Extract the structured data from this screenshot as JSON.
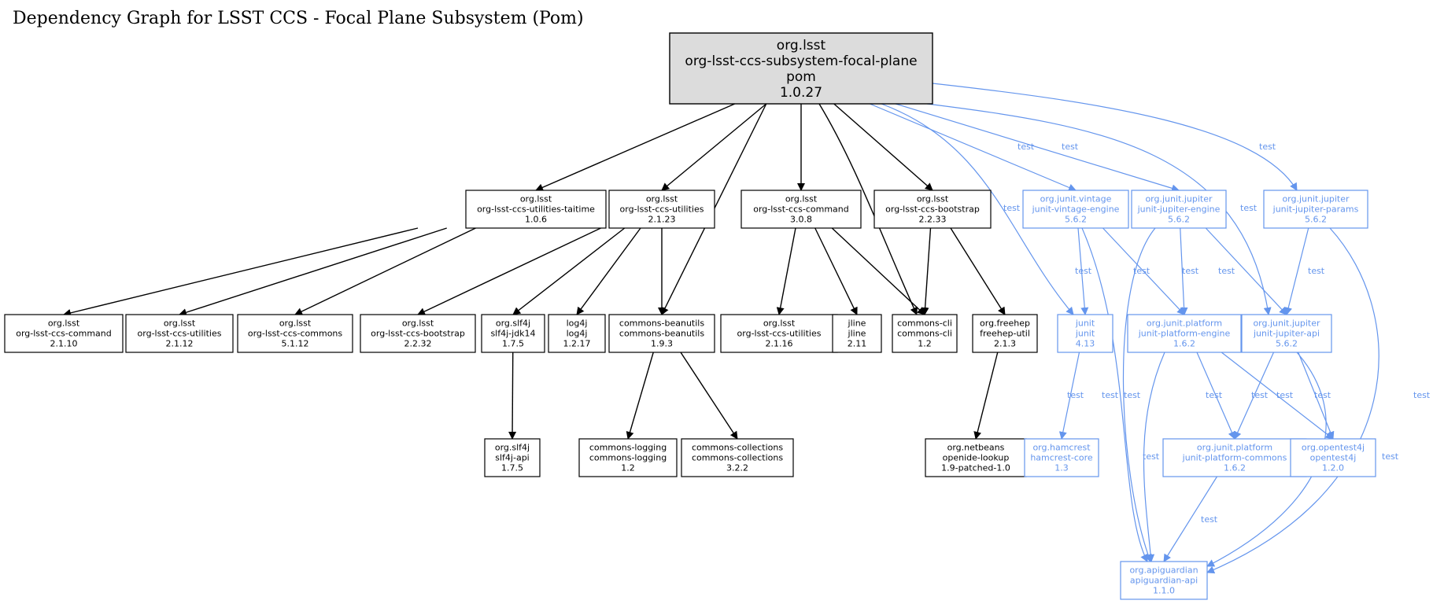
{
  "title": "Dependency Graph for LSST CCS - Focal Plane Subsystem (Pom)",
  "colors": {
    "compile": "#000000",
    "test": "#6495ed",
    "root_fill": "#dcdcdc"
  },
  "edge_label_test": "test",
  "nodes": [
    {
      "id": "root",
      "lines": [
        "org.lsst",
        "org-lsst-ccs-subsystem-focal-plane",
        "pom",
        "1.0.27"
      ],
      "root": true
    },
    {
      "id": "taitime",
      "lines": [
        "org.lsst",
        "org-lsst-ccs-utilities-taitime",
        "1.0.6"
      ]
    },
    {
      "id": "utilities",
      "lines": [
        "org.lsst",
        "org-lsst-ccs-utilities",
        "2.1.23"
      ]
    },
    {
      "id": "command",
      "lines": [
        "org.lsst",
        "org-lsst-ccs-command",
        "3.0.8"
      ]
    },
    {
      "id": "bootstrap",
      "lines": [
        "org.lsst",
        "org-lsst-ccs-bootstrap",
        "2.2.33"
      ]
    },
    {
      "id": "vintage",
      "lines": [
        "org.junit.vintage",
        "junit-vintage-engine",
        "5.6.2"
      ],
      "test": true
    },
    {
      "id": "jupeng",
      "lines": [
        "org.junit.jupiter",
        "junit-jupiter-engine",
        "5.6.2"
      ],
      "test": true
    },
    {
      "id": "params",
      "lines": [
        "org.junit.jupiter",
        "junit-jupiter-params",
        "5.6.2"
      ],
      "test": true
    },
    {
      "id": "command210",
      "lines": [
        "org.lsst",
        "org-lsst-ccs-command",
        "2.1.10"
      ]
    },
    {
      "id": "util2112",
      "lines": [
        "org.lsst",
        "org-lsst-ccs-utilities",
        "2.1.12"
      ]
    },
    {
      "id": "commons",
      "lines": [
        "org.lsst",
        "org-lsst-ccs-commons",
        "5.1.12"
      ]
    },
    {
      "id": "boot2232",
      "lines": [
        "org.lsst",
        "org-lsst-ccs-bootstrap",
        "2.2.32"
      ]
    },
    {
      "id": "slf4jjdk",
      "lines": [
        "org.slf4j",
        "slf4j-jdk14",
        "1.7.5"
      ]
    },
    {
      "id": "log4j",
      "lines": [
        "log4j",
        "log4j",
        "1.2.17"
      ]
    },
    {
      "id": "beanutils",
      "lines": [
        "commons-beanutils",
        "commons-beanutils",
        "1.9.3"
      ]
    },
    {
      "id": "util2116",
      "lines": [
        "org.lsst",
        "org-lsst-ccs-utilities",
        "2.1.16"
      ]
    },
    {
      "id": "jline",
      "lines": [
        "jline",
        "jline",
        "2.11"
      ]
    },
    {
      "id": "cli",
      "lines": [
        "commons-cli",
        "commons-cli",
        "1.2"
      ]
    },
    {
      "id": "freehep",
      "lines": [
        "org.freehep",
        "freehep-util",
        "2.1.3"
      ]
    },
    {
      "id": "junit",
      "lines": [
        "junit",
        "junit",
        "4.13"
      ],
      "test": true
    },
    {
      "id": "platform",
      "lines": [
        "org.junit.platform",
        "junit-platform-engine",
        "1.6.2"
      ],
      "test": true
    },
    {
      "id": "jupapi",
      "lines": [
        "org.junit.jupiter",
        "junit-jupiter-api",
        "5.6.2"
      ],
      "test": true
    },
    {
      "id": "slf4japi",
      "lines": [
        "org.slf4j",
        "slf4j-api",
        "1.7.5"
      ]
    },
    {
      "id": "logging",
      "lines": [
        "commons-logging",
        "commons-logging",
        "1.2"
      ]
    },
    {
      "id": "collections",
      "lines": [
        "commons-collections",
        "commons-collections",
        "3.2.2"
      ]
    },
    {
      "id": "openide",
      "lines": [
        "org.netbeans",
        "openide-lookup",
        "1.9-patched-1.0"
      ]
    },
    {
      "id": "hamcrest",
      "lines": [
        "org.hamcrest",
        "hamcrest-core",
        "1.3"
      ],
      "test": true
    },
    {
      "id": "platcommons",
      "lines": [
        "org.junit.platform",
        "junit-platform-commons",
        "1.6.2"
      ],
      "test": true
    },
    {
      "id": "opentest4j",
      "lines": [
        "org.opentest4j",
        "opentest4j",
        "1.2.0"
      ],
      "test": true
    },
    {
      "id": "apiguardian",
      "lines": [
        "org.apiguardian",
        "apiguardian-api",
        "1.1.0"
      ],
      "test": true
    }
  ],
  "edges": [
    {
      "from": "root",
      "to": "taitime"
    },
    {
      "from": "root",
      "to": "utilities"
    },
    {
      "from": "root",
      "to": "beanutils"
    },
    {
      "from": "root",
      "to": "command"
    },
    {
      "from": "root",
      "to": "cli"
    },
    {
      "from": "root",
      "to": "bootstrap"
    },
    {
      "from": "root",
      "to": "junit",
      "test": true,
      "label": "test"
    },
    {
      "from": "root",
      "to": "vintage",
      "test": true,
      "label": "test"
    },
    {
      "from": "root",
      "to": "jupeng",
      "test": true,
      "label": "test"
    },
    {
      "from": "root",
      "to": "jupapi",
      "test": true,
      "label": "test"
    },
    {
      "from": "root",
      "to": "params",
      "test": true,
      "label": "test"
    },
    {
      "from": "taitime",
      "to": "command210"
    },
    {
      "from": "taitime",
      "to": "util2112"
    },
    {
      "from": "taitime",
      "to": "commons"
    },
    {
      "from": "utilities",
      "to": "boot2232"
    },
    {
      "from": "utilities",
      "to": "slf4jjdk"
    },
    {
      "from": "utilities",
      "to": "log4j"
    },
    {
      "from": "utilities",
      "to": "beanutils"
    },
    {
      "from": "command",
      "to": "util2116"
    },
    {
      "from": "command",
      "to": "jline"
    },
    {
      "from": "command",
      "to": "cli"
    },
    {
      "from": "bootstrap",
      "to": "cli"
    },
    {
      "from": "bootstrap",
      "to": "freehep"
    },
    {
      "from": "slf4jjdk",
      "to": "slf4japi"
    },
    {
      "from": "beanutils",
      "to": "logging"
    },
    {
      "from": "beanutils",
      "to": "collections"
    },
    {
      "from": "freehep",
      "to": "openide"
    },
    {
      "from": "vintage",
      "to": "junit",
      "test": true,
      "label": "test"
    },
    {
      "from": "vintage",
      "to": "platform",
      "test": true,
      "label": "test"
    },
    {
      "from": "vintage",
      "to": "apiguardian",
      "test": true,
      "label": "test"
    },
    {
      "from": "jupeng",
      "to": "platform",
      "test": true,
      "label": "test"
    },
    {
      "from": "jupeng",
      "to": "jupapi",
      "test": true,
      "label": "test"
    },
    {
      "from": "jupeng",
      "to": "apiguardian",
      "test": true,
      "label": "test"
    },
    {
      "from": "params",
      "to": "jupapi",
      "test": true,
      "label": "test"
    },
    {
      "from": "params",
      "to": "apiguardian",
      "test": true,
      "label": "test"
    },
    {
      "from": "junit",
      "to": "hamcrest",
      "test": true,
      "label": "test"
    },
    {
      "from": "platform",
      "to": "platcommons",
      "test": true,
      "label": "test"
    },
    {
      "from": "platform",
      "to": "opentest4j",
      "test": true,
      "label": "test"
    },
    {
      "from": "platform",
      "to": "apiguardian",
      "test": true,
      "label": "test"
    },
    {
      "from": "jupapi",
      "to": "platcommons",
      "test": true,
      "label": "test"
    },
    {
      "from": "jupapi",
      "to": "opentest4j",
      "test": true,
      "label": "test"
    },
    {
      "from": "jupapi",
      "to": "apiguardian",
      "test": true,
      "label": "test"
    },
    {
      "from": "platcommons",
      "to": "apiguardian",
      "test": true,
      "label": "test"
    }
  ]
}
